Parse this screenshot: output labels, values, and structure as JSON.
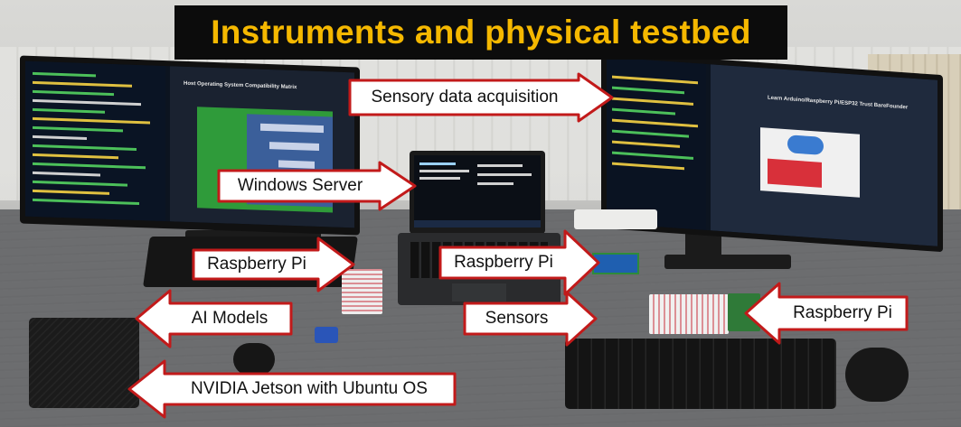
{
  "title": "Instruments and physical testbed",
  "labels": {
    "sensory": "Sensory data acquisition",
    "windows": "Windows Server",
    "rpi_left": "Raspberry Pi",
    "rpi_center": "Raspberry Pi",
    "rpi_right": "Raspberry Pi",
    "ai_models": "AI Models",
    "sensors": "Sensors",
    "jetson": "NVIDIA Jetson with Ubuntu OS"
  },
  "screens": {
    "left_window_title": "Host Operating System Compatibility Matrix",
    "right_window_title": "Learn Arduino/Raspberry Pi/ESP32 Trust BareFounder"
  },
  "colors": {
    "title_text": "#f5b800",
    "title_background": "#0c0c0c",
    "arrow_fill": "#ffffff",
    "arrow_border": "#c21a1a"
  }
}
